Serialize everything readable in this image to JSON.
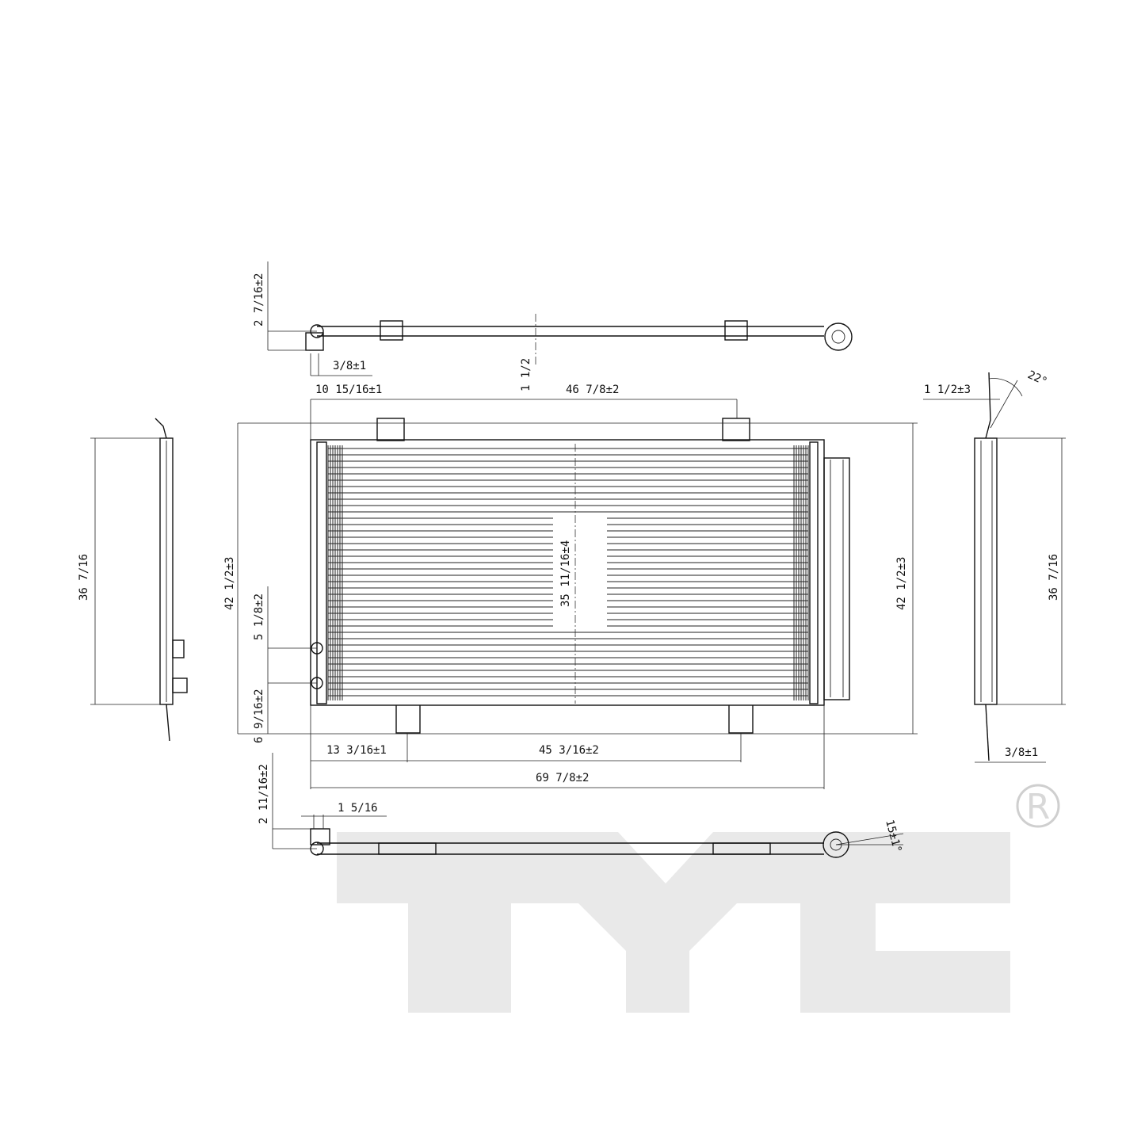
{
  "brand": {
    "registered_mark": "R"
  },
  "views": {
    "top": {
      "height": "2 7/16±2",
      "offset_small": "3/8±1",
      "pipe_offset": "1 1/2"
    },
    "front": {
      "bracket_left": "10 15/16±1",
      "bracket_spacing": "46 7/8±2",
      "overall_height_left": "42 1/2±3",
      "overall_height_right": "42 1/2±3",
      "core_height": "35 11/16±4",
      "port_spacing": "5 1/8±2",
      "port_low": "9/16±2",
      "bottom_offset": "6",
      "bottom_bracket_left": "13 3/16±1",
      "bottom_bracket_spacing": "45 3/16±2",
      "overall_width": "69 7/8±2"
    },
    "left_side": {
      "height": "36 7/16"
    },
    "right_side": {
      "top_offset": "1 1/2±3",
      "angle": "22°",
      "height": "36 7/16",
      "bottom_offset": "3/8±1"
    },
    "bottom": {
      "height": "2 11/16±2",
      "fitting_width": "1 5/16",
      "angle": "15±1°"
    }
  }
}
